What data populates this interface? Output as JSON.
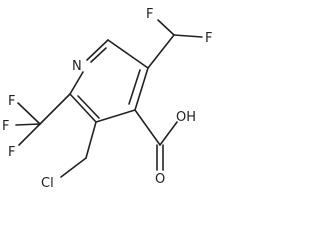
{
  "molecule": {
    "atoms": {
      "ring_n": "N",
      "f_top_left": "F",
      "f_top_right": "F",
      "f_left_top": "F",
      "f_left_mid": "F",
      "f_left_bottom": "F",
      "oh": "OH",
      "o_carbonyl": "O",
      "cl": "Cl"
    },
    "colors": {
      "ink": "#222222",
      "background": "#ffffff"
    }
  }
}
